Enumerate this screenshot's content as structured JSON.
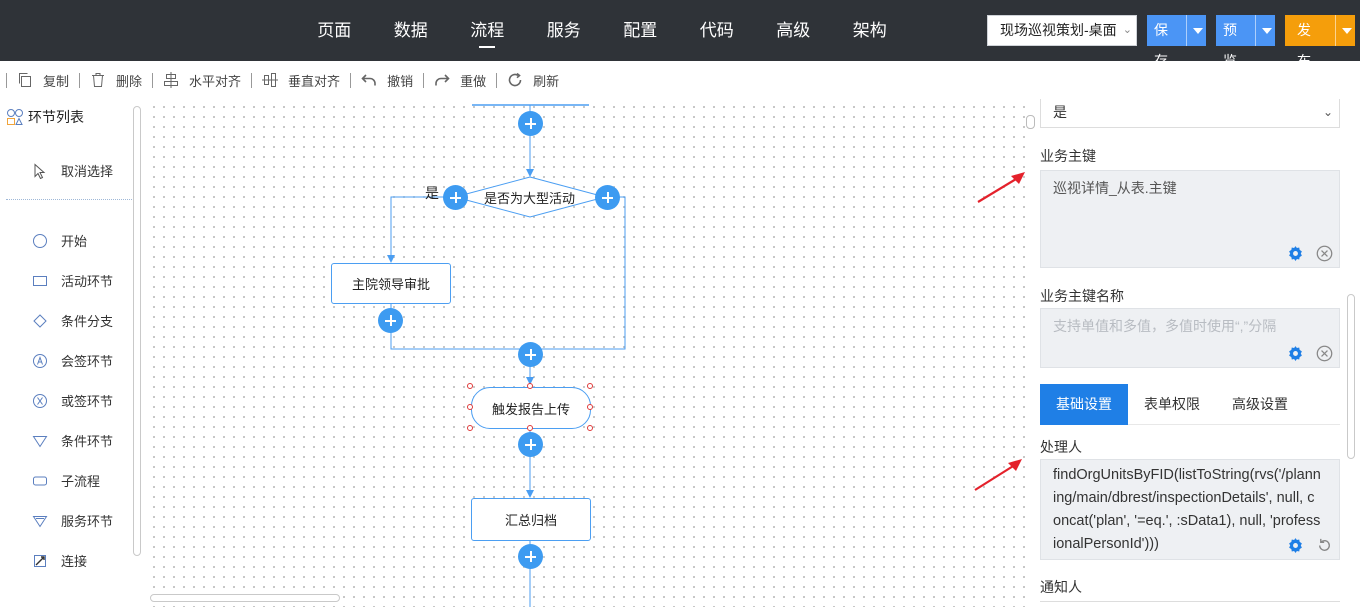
{
  "header": {
    "nav": [
      {
        "label": "页面",
        "active": false
      },
      {
        "label": "数据",
        "active": false
      },
      {
        "label": "流程",
        "active": true
      },
      {
        "label": "服务",
        "active": false
      },
      {
        "label": "配置",
        "active": false
      },
      {
        "label": "代码",
        "active": false
      },
      {
        "label": "高级",
        "active": false
      },
      {
        "label": "架构",
        "active": false
      }
    ],
    "project_select": "现场巡视策划-桌面",
    "save_label": "保存",
    "preview_label": "预览",
    "publish_label": "发布",
    "colors": {
      "bar": "#2f3338",
      "blue": "#4b95f5",
      "orange": "#f59e0b"
    }
  },
  "toolbar": {
    "copy": "复制",
    "delete": "删除",
    "align_h": "水平对齐",
    "align_v": "垂直对齐",
    "undo": "撤销",
    "redo": "重做",
    "refresh": "刷新"
  },
  "palette": {
    "title": "环节列表",
    "cancel": "取消选择",
    "items": [
      {
        "label": "开始",
        "icon": "circle-icon"
      },
      {
        "label": "活动环节",
        "icon": "rectangle-icon"
      },
      {
        "label": "条件分支",
        "icon": "diamond-icon"
      },
      {
        "label": "会签环节",
        "icon": "countersign-icon"
      },
      {
        "label": "或签环节",
        "icon": "or-sign-icon"
      },
      {
        "label": "条件环节",
        "icon": "triangle-icon"
      },
      {
        "label": "子流程",
        "icon": "subprocess-icon"
      },
      {
        "label": "服务环节",
        "icon": "service-icon"
      },
      {
        "label": "连接",
        "icon": "connection-icon"
      }
    ]
  },
  "flow": {
    "decision": "是否为大型活动",
    "yes_label": "是",
    "approve": "主院领导审批",
    "trigger": "触发报告上传",
    "archive": "汇总归档",
    "line_color": "#4b9ef2",
    "plus_color": "#3d9bf1"
  },
  "panel": {
    "top_select": "是",
    "biz_key_label": "业务主键",
    "biz_key_value": "巡视详情_从表.主键",
    "biz_key_name_label": "业务主键名称",
    "biz_key_name_placeholder": "支持单值和多值，多值时使用“,”分隔",
    "tabs": [
      {
        "label": "基础设置",
        "active": true
      },
      {
        "label": "表单权限",
        "active": false
      },
      {
        "label": "高级设置",
        "active": false
      }
    ],
    "handler_label": "处理人",
    "handler_value": "findOrgUnitsByFID(listToString(rvs('/planning/main/dbrest/inspectionDetails', null, concat('plan', '=eq.', :sData1), null, 'professionalPersonId')))",
    "notify_label": "通知人",
    "tab_active_color": "#1f7fe6"
  }
}
